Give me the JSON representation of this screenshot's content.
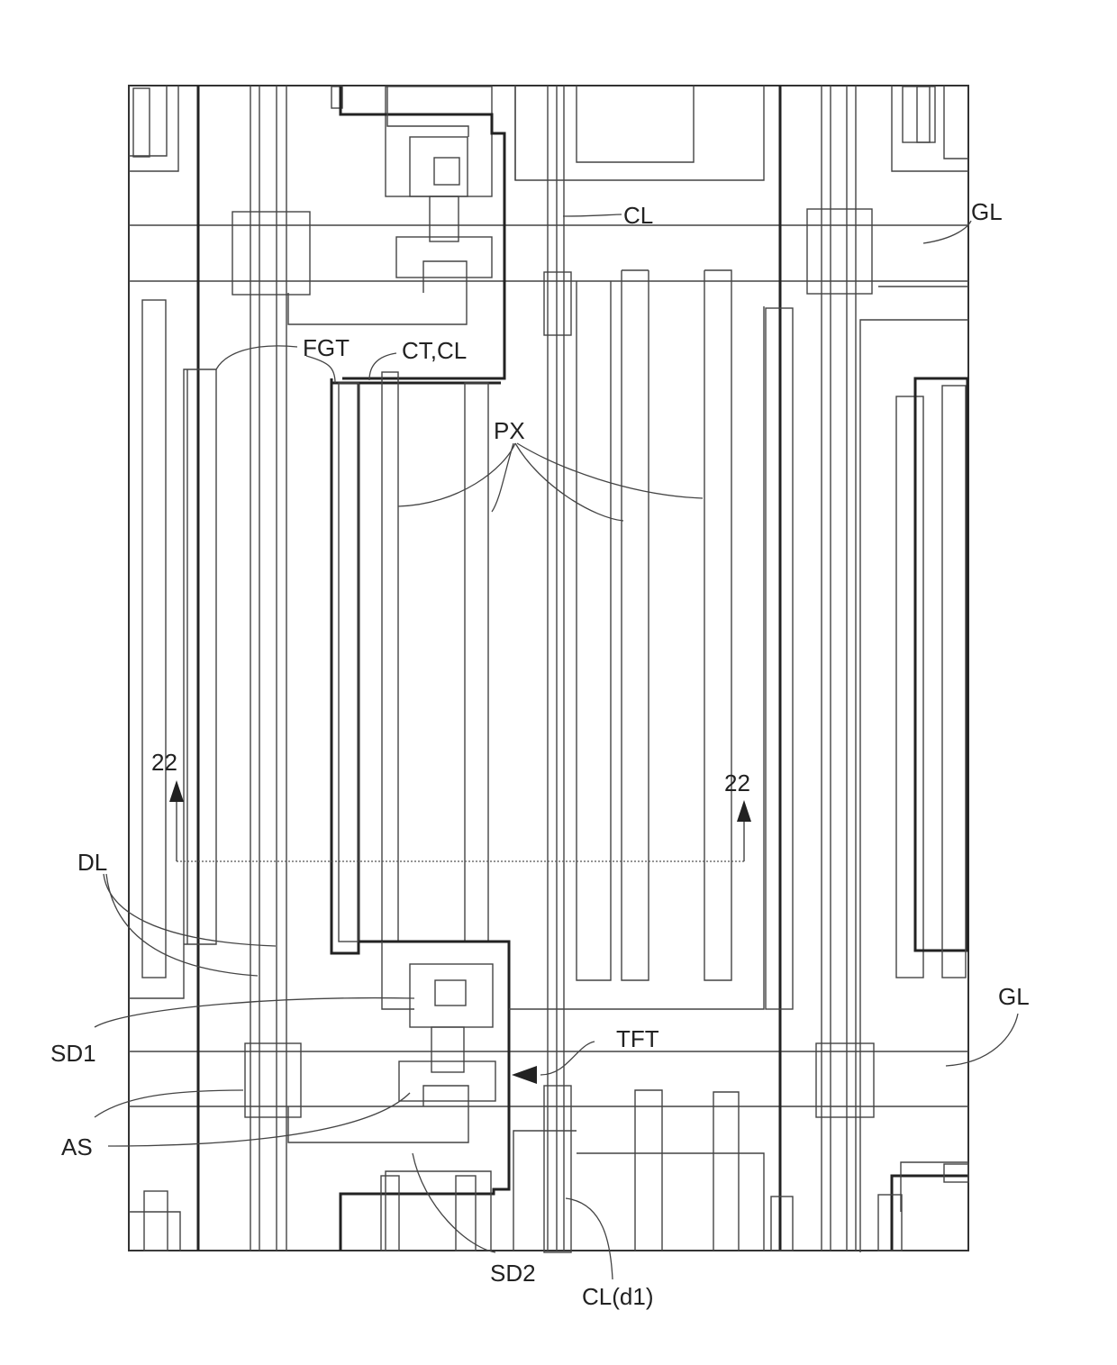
{
  "labels": {
    "cl_top": "CL",
    "gl_top": "GL",
    "fgt": "FGT",
    "ct_cl": "CT,CL",
    "px": "PX",
    "section_left": "22",
    "section_right": "22",
    "dl": "DL",
    "gl_bottom": "GL",
    "sd1": "SD1",
    "tft": "TFT",
    "as": "AS",
    "sd2": "SD2",
    "cl_d1": "CL(d1)"
  }
}
